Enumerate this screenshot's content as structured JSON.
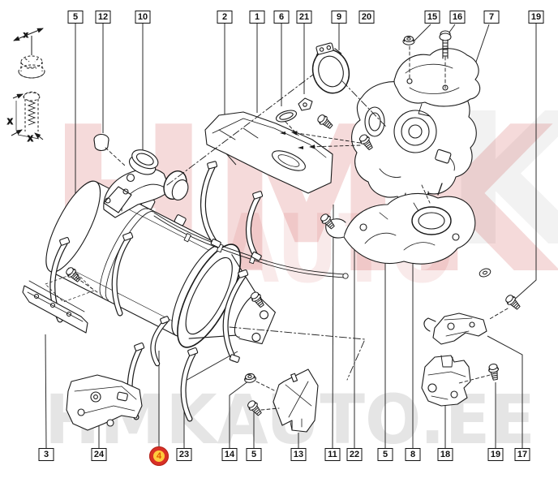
{
  "diagram": {
    "title": "exploded parts diagram — exhaust / catalytic converter assembly",
    "highlighted_part": "4",
    "legend": {
      "nut_mark": "x",
      "stud_mark_side": "X",
      "stud_mark_end": "X"
    },
    "watermark": {
      "primary": "HMK",
      "secondary": "AUTO",
      "tertiary": "HMKAUTO.EE",
      "ghost_letter": "K"
    },
    "colors": {
      "line": "#1a1a1a",
      "background": "#ffffff",
      "highlight_ring": "#d93025",
      "highlight_center": "#ffcb3d",
      "highlight_digit": "#e05500",
      "watermark_pink": "rgba(203,70,70,0.20)",
      "watermark_red": "rgba(200,45,45,0.10)",
      "watermark_gray": "#e5e5e5"
    },
    "callouts": {
      "top": [
        "5",
        "12",
        "10",
        "2",
        "1",
        "6",
        "21",
        "9",
        "20",
        "15",
        "16",
        "7",
        "19"
      ],
      "bottom": [
        "3",
        "24",
        "23",
        "14",
        "5",
        "13",
        "11",
        "22",
        "5",
        "8",
        "18",
        "19",
        "17"
      ],
      "highlight": "4"
    }
  }
}
